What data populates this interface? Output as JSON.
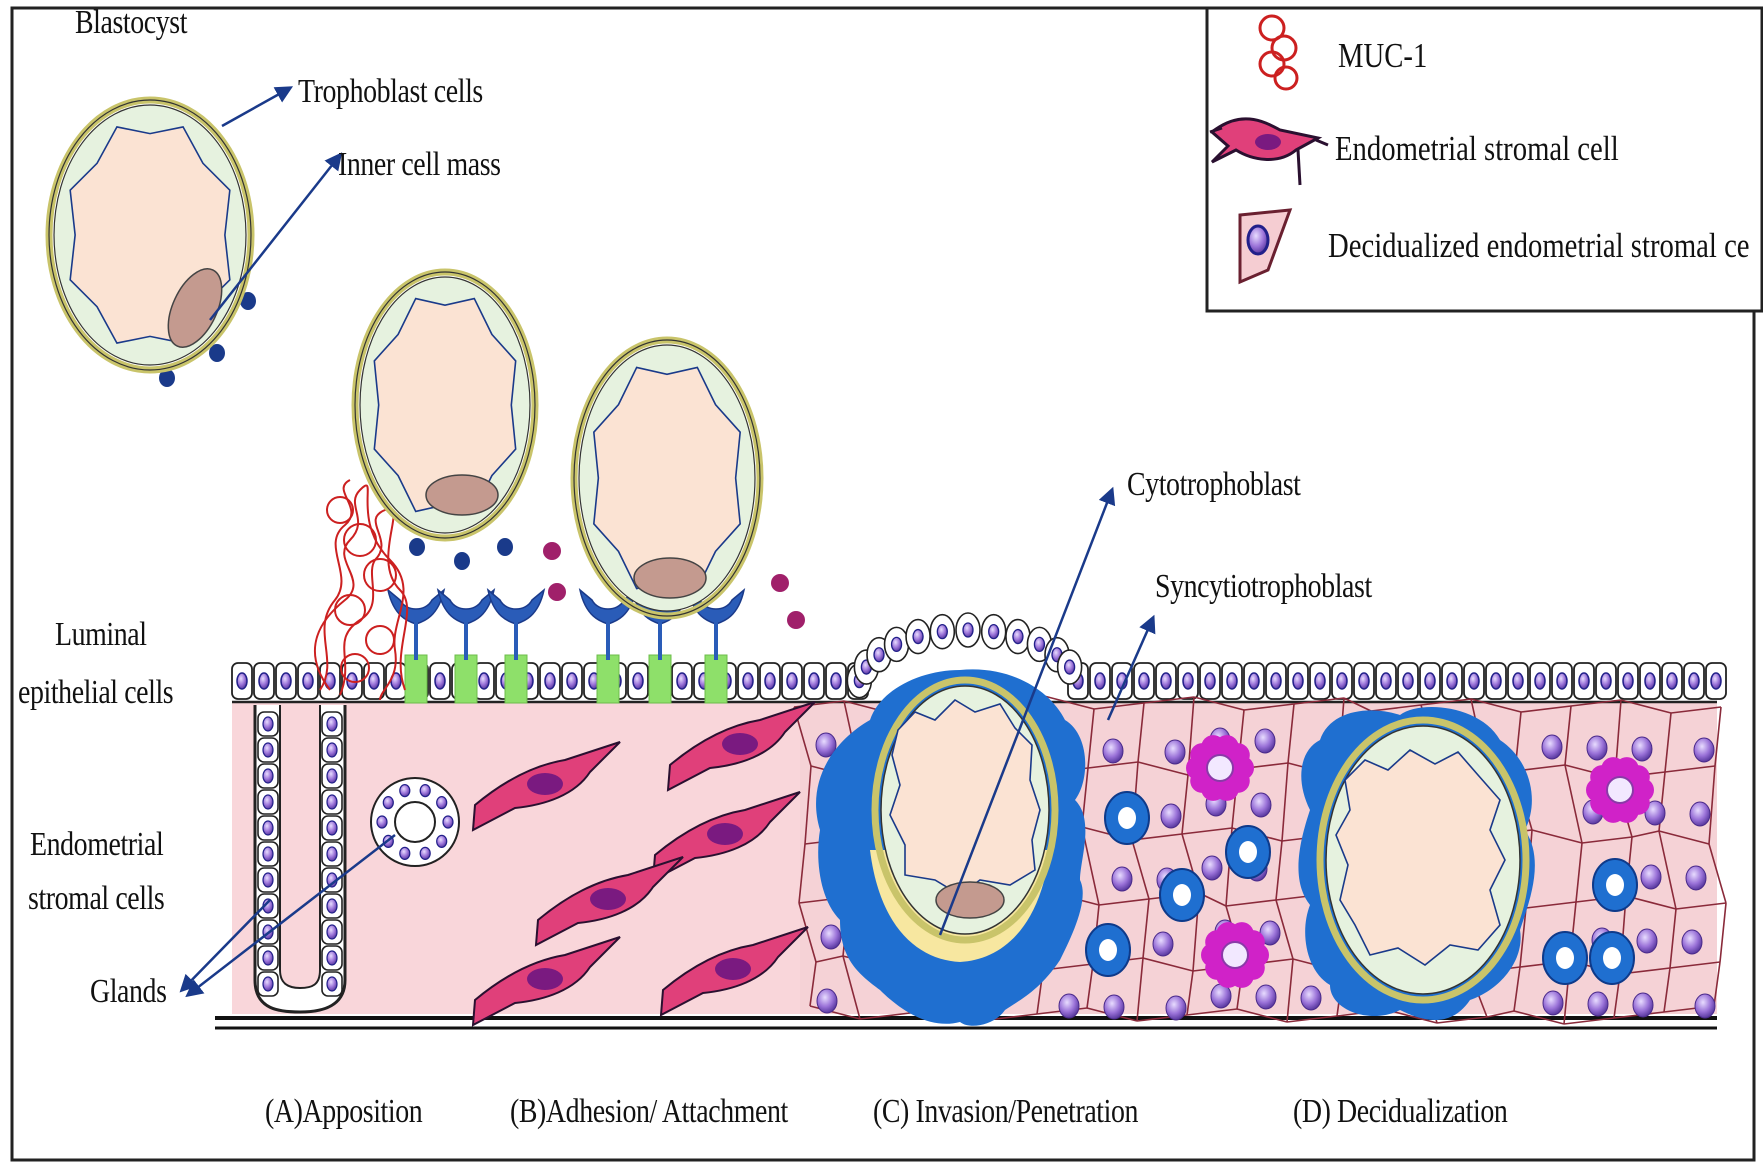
{
  "labels": {
    "blastocyst": "Blastocyst",
    "trophoblast_cells": "Trophoblast cells",
    "inner_cell_mass": "Inner cell mass",
    "luminal_line1": "Luminal",
    "luminal_line2": "epithelial cells",
    "stromal_line1": "Endometrial",
    "stromal_line2": "stromal cells",
    "glands": "Glands",
    "cytotrophoblast": "Cytotrophoblast",
    "syncytiotrophoblast": "Syncytiotrophoblast"
  },
  "legend": {
    "muc1": "MUC-1",
    "stromal_cell": "Endometrial stromal cell",
    "decidualized": "Decidualized endometrial stromal ce"
  },
  "stages": {
    "a": "(A)Apposition",
    "b": "(B)Adhesion/ Attachment",
    "c": "(C) Invasion/Penetration",
    "d": "(D) Decidualization"
  },
  "colors": {
    "arrow": "#1a3a8a",
    "cavity": "#fbe3d3",
    "shell_outer": "#c9c46a",
    "trophoblast_fill": "#e6f2df",
    "inner_mass": "#c49a8f",
    "tissue_pink": "#f9d6da",
    "stromal_pink": "#e0407a",
    "muc1_red": "#cc2020",
    "receptor_blue": "#2a5cb8",
    "syncytio_blue": "#1f6fd0",
    "green_junction": "#8ee06a",
    "nucleus_purple": "#8a5cc8"
  }
}
